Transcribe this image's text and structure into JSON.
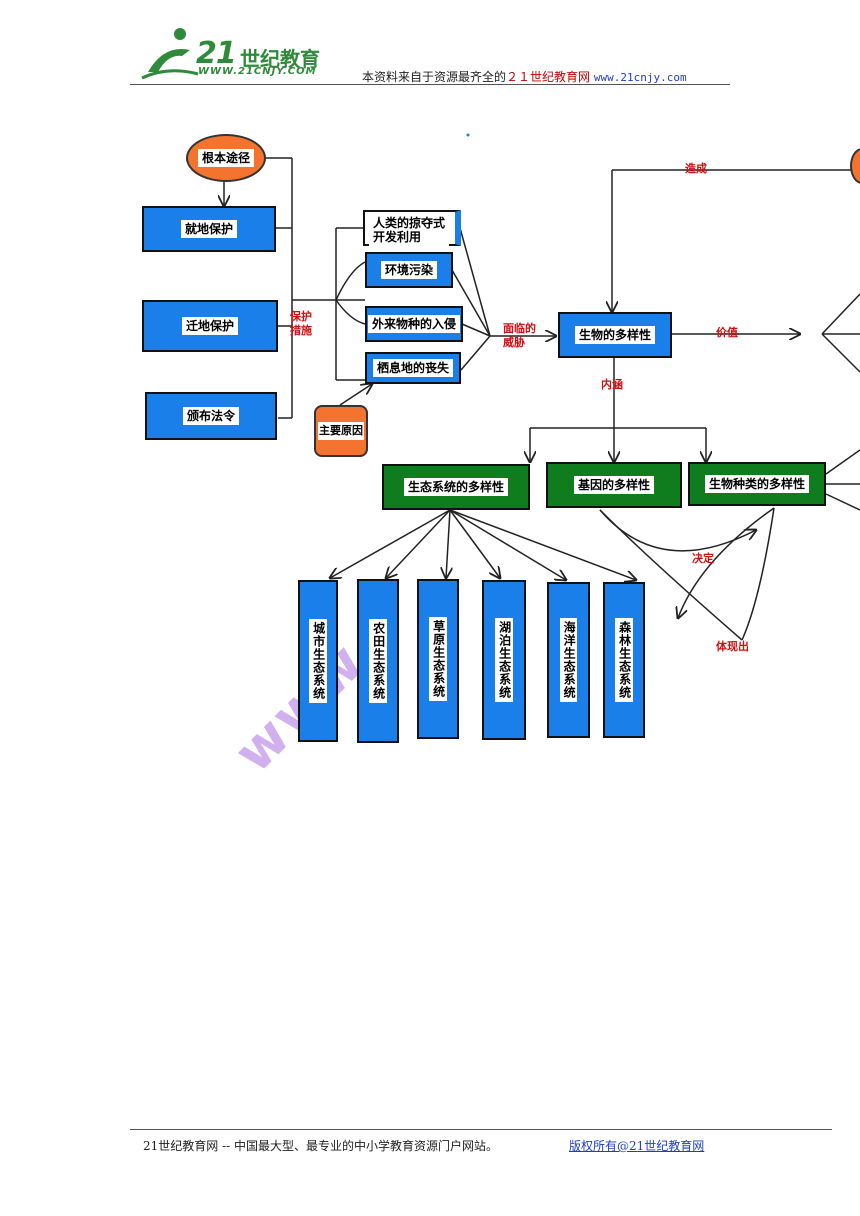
{
  "header": {
    "logo_number": "21",
    "logo_name": "世纪教育",
    "logo_url": "WWW.21CNJY.COM",
    "source_prefix": "本资料来自于资源最齐全的",
    "source_site": "２１世纪教育网",
    "source_url": "www.21cnjy.com"
  },
  "diagram": {
    "protection": {
      "root_oval": "根本途径",
      "in_situ": "就地保护",
      "ex_situ": "迁地保护",
      "legislation": "颁布法令",
      "label": "保护\n措施"
    },
    "threats": {
      "items": [
        "人类的掠夺式\n开发利用",
        "环境污染",
        "外来物种的入侵",
        "栖息地的丧失"
      ],
      "main_cause": "主要原因",
      "label": "面临的\n威胁"
    },
    "center": "生物的多样性",
    "cause_label": "造成",
    "value_label": "价值",
    "connotation_label": "内涵",
    "levels": {
      "ecosystem": "生态系统的多样性",
      "gene": "基因的多样性",
      "species": "生物种类的多样性"
    },
    "determines_label": "决定",
    "embodies_label": "体现出",
    "ecosystems": [
      "城市生态系统",
      "农田生态系统",
      "草原生态系统",
      "湖泊生态系统",
      "海洋生态系统",
      "森林生态系统"
    ]
  },
  "watermark": "www",
  "footer": {
    "left": "21世纪教育网 -- 中国最大型、最专业的中小学教育资源门户网站。",
    "right": "版权所有@21世纪教育网"
  },
  "colors": {
    "box_blue": "#1a7fe8",
    "box_green": "#0f7d1e",
    "oval_orange": "#f4732e",
    "label_red": "#d01010",
    "watermark_purple": "#c9a3ee"
  }
}
